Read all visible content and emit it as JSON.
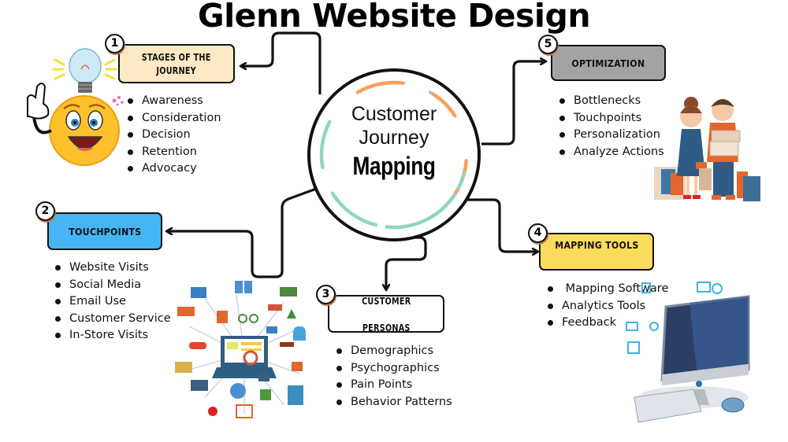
{
  "title": "Glenn Website Design",
  "hub": {
    "line1": "Customer",
    "line2": "Journey",
    "line3": "Mapping",
    "ring_colors": {
      "orange": "#f9a05b",
      "teal": "#8ed6c2"
    }
  },
  "nodes": [
    {
      "number": "1",
      "label_line1": "Stages of the",
      "label_line2": "Journey",
      "color": "#fde9c3",
      "items": [
        "Awareness",
        "Consideration",
        "Decision",
        "Retention",
        "Advocacy"
      ]
    },
    {
      "number": "2",
      "label_line1": "Touchpoints",
      "label_line2": "",
      "color": "#45b5f5",
      "items": [
        "Website Visits",
        "Social Media",
        "Email Use",
        "Customer Service",
        "In-Store Visits"
      ]
    },
    {
      "number": "3",
      "label_line1": "Customer",
      "label_line2": "Personas",
      "color": "#ffffff",
      "items": [
        "Demographics",
        "Psychographics",
        "Pain Points",
        "Behavior Patterns"
      ]
    },
    {
      "number": "4",
      "label_line1": "Mapping Tools",
      "label_line2": "",
      "color": "#fcdc5c",
      "items": [
        " Mapping Software",
        "Analytics Tools",
        "Feedback"
      ]
    },
    {
      "number": "5",
      "label_line1": "Optimization",
      "label_line2": "",
      "color": "#a3a3a3",
      "items": [
        "Bottlenecks",
        "Touchpoints",
        "Personalization",
        "Analyze Actions"
      ]
    }
  ],
  "illustrations": {
    "stages": "smiley-lightbulb-idea",
    "optimization": "shopping-couple",
    "touchpoints": "ecommerce-laptop-network",
    "mapping_tools": "desktop-computer-apps"
  }
}
